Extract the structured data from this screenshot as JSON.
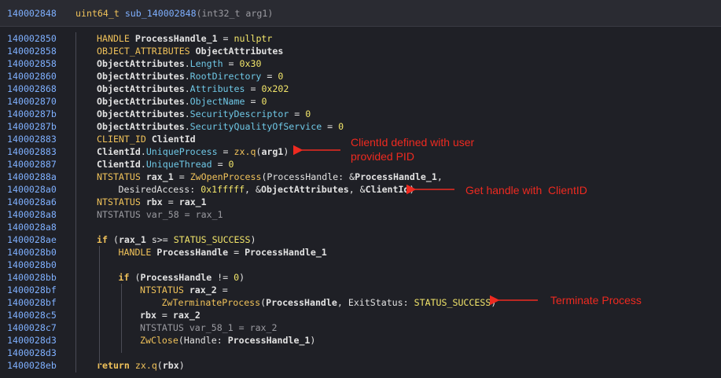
{
  "header": {
    "address": "140002848",
    "return_type": "uint64_t",
    "func_name": "sub_140002848",
    "params": "(int32_t arg1)"
  },
  "lines": [
    {
      "addr": "140002850",
      "indent": 0,
      "tokens": [
        [
          "ty",
          "HANDLE "
        ],
        [
          "idf",
          "ProcessHandle_1"
        ],
        [
          "pl",
          " = "
        ],
        [
          "num",
          "nullptr"
        ]
      ]
    },
    {
      "addr": "140002858",
      "indent": 0,
      "tokens": [
        [
          "ty",
          "OBJECT_ATTRIBUTES "
        ],
        [
          "idf",
          "ObjectAttributes"
        ]
      ]
    },
    {
      "addr": "140002858",
      "indent": 0,
      "tokens": [
        [
          "idf",
          "ObjectAttributes"
        ],
        [
          "pl",
          "."
        ],
        [
          "mem",
          "Length"
        ],
        [
          "pl",
          " = "
        ],
        [
          "num",
          "0x30"
        ]
      ]
    },
    {
      "addr": "140002860",
      "indent": 0,
      "tokens": [
        [
          "idf",
          "ObjectAttributes"
        ],
        [
          "pl",
          "."
        ],
        [
          "mem",
          "RootDirectory"
        ],
        [
          "pl",
          " = "
        ],
        [
          "num",
          "0"
        ]
      ]
    },
    {
      "addr": "140002868",
      "indent": 0,
      "tokens": [
        [
          "idf",
          "ObjectAttributes"
        ],
        [
          "pl",
          "."
        ],
        [
          "mem",
          "Attributes"
        ],
        [
          "pl",
          " = "
        ],
        [
          "num",
          "0x202"
        ]
      ]
    },
    {
      "addr": "140002870",
      "indent": 0,
      "tokens": [
        [
          "idf",
          "ObjectAttributes"
        ],
        [
          "pl",
          "."
        ],
        [
          "mem",
          "ObjectName"
        ],
        [
          "pl",
          " = "
        ],
        [
          "num",
          "0"
        ]
      ]
    },
    {
      "addr": "14000287b",
      "indent": 0,
      "tokens": [
        [
          "idf",
          "ObjectAttributes"
        ],
        [
          "pl",
          "."
        ],
        [
          "mem",
          "SecurityDescriptor"
        ],
        [
          "pl",
          " = "
        ],
        [
          "num",
          "0"
        ]
      ]
    },
    {
      "addr": "14000287b",
      "indent": 0,
      "tokens": [
        [
          "idf",
          "ObjectAttributes"
        ],
        [
          "pl",
          "."
        ],
        [
          "mem",
          "SecurityQualityOfService"
        ],
        [
          "pl",
          " = "
        ],
        [
          "num",
          "0"
        ]
      ]
    },
    {
      "addr": "140002883",
      "indent": 0,
      "tokens": [
        [
          "ty",
          "CLIENT_ID "
        ],
        [
          "idf",
          "ClientId"
        ]
      ]
    },
    {
      "addr": "140002883",
      "indent": 0,
      "tokens": [
        [
          "idf",
          "ClientId"
        ],
        [
          "pl",
          "."
        ],
        [
          "mem",
          "UniqueProcess"
        ],
        [
          "pl",
          " = "
        ],
        [
          "fn",
          "zx.q"
        ],
        [
          "pl",
          "("
        ],
        [
          "idf",
          "arg1"
        ],
        [
          "pl",
          ")"
        ]
      ]
    },
    {
      "addr": "140002887",
      "indent": 0,
      "tokens": [
        [
          "idf",
          "ClientId"
        ],
        [
          "pl",
          "."
        ],
        [
          "mem",
          "UniqueThread"
        ],
        [
          "pl",
          " = "
        ],
        [
          "num",
          "0"
        ]
      ]
    },
    {
      "addr": "14000288a",
      "indent": 0,
      "tokens": [
        [
          "ty",
          "NTSTATUS "
        ],
        [
          "idf",
          "rax_1"
        ],
        [
          "pl",
          " = "
        ],
        [
          "fn",
          "ZwOpenProcess"
        ],
        [
          "pl",
          "(ProcessHandle: &"
        ],
        [
          "idf",
          "ProcessHandle_1"
        ],
        [
          "pl",
          ","
        ]
      ]
    },
    {
      "addr": "1400028a0",
      "indent": 1,
      "tokens": [
        [
          "pl",
          "DesiredAccess: "
        ],
        [
          "num",
          "0x1fffff"
        ],
        [
          "pl",
          ", &"
        ],
        [
          "idf",
          "ObjectAttributes"
        ],
        [
          "pl",
          ", &"
        ],
        [
          "idf",
          "ClientId"
        ],
        [
          "pl",
          ")"
        ]
      ]
    },
    {
      "addr": "1400028a6",
      "indent": 0,
      "tokens": [
        [
          "ty",
          "NTSTATUS "
        ],
        [
          "idf",
          "rbx"
        ],
        [
          "pl",
          " = "
        ],
        [
          "idf",
          "rax_1"
        ]
      ]
    },
    {
      "addr": "1400028a8",
      "indent": 0,
      "tokens": [
        [
          "dim",
          "NTSTATUS var_58 = rax_1"
        ]
      ]
    },
    {
      "addr": "1400028a8",
      "indent": 0,
      "tokens": []
    },
    {
      "addr": "1400028ae",
      "indent": 0,
      "tokens": [
        [
          "kw",
          "if"
        ],
        [
          "pl",
          " ("
        ],
        [
          "idf",
          "rax_1"
        ],
        [
          "pl",
          " s>= "
        ],
        [
          "num",
          "STATUS_SUCCESS"
        ],
        [
          "pl",
          ")"
        ]
      ]
    },
    {
      "addr": "1400028b0",
      "indent": 1,
      "tokens": [
        [
          "ty",
          "HANDLE "
        ],
        [
          "idf",
          "ProcessHandle"
        ],
        [
          "pl",
          " = "
        ],
        [
          "idf",
          "ProcessHandle_1"
        ]
      ]
    },
    {
      "addr": "1400028b0",
      "indent": 1,
      "tokens": []
    },
    {
      "addr": "1400028bb",
      "indent": 1,
      "tokens": [
        [
          "kw",
          "if"
        ],
        [
          "pl",
          " ("
        ],
        [
          "idf",
          "ProcessHandle"
        ],
        [
          "pl",
          " != "
        ],
        [
          "num",
          "0"
        ],
        [
          "pl",
          ")"
        ]
      ]
    },
    {
      "addr": "1400028bf",
      "indent": 2,
      "tokens": [
        [
          "ty",
          "NTSTATUS "
        ],
        [
          "idf",
          "rax_2"
        ],
        [
          "pl",
          " ="
        ]
      ]
    },
    {
      "addr": "1400028bf",
      "indent": 3,
      "tokens": [
        [
          "fn",
          "ZwTerminateProcess"
        ],
        [
          "pl",
          "("
        ],
        [
          "idf",
          "ProcessHandle"
        ],
        [
          "pl",
          ", ExitStatus: "
        ],
        [
          "num",
          "STATUS_SUCCESS"
        ],
        [
          "pl",
          ")"
        ]
      ]
    },
    {
      "addr": "1400028c5",
      "indent": 2,
      "tokens": [
        [
          "idf",
          "rbx"
        ],
        [
          "pl",
          " = "
        ],
        [
          "idf",
          "rax_2"
        ]
      ]
    },
    {
      "addr": "1400028c7",
      "indent": 2,
      "tokens": [
        [
          "dim",
          "NTSTATUS var_58_1 = rax_2"
        ]
      ]
    },
    {
      "addr": "1400028d3",
      "indent": 2,
      "tokens": [
        [
          "fn",
          "ZwClose"
        ],
        [
          "pl",
          "(Handle: "
        ],
        [
          "idf",
          "ProcessHandle_1"
        ],
        [
          "pl",
          ")"
        ]
      ]
    },
    {
      "addr": "1400028d3",
      "indent": 1,
      "tokens": []
    },
    {
      "addr": "1400028eb",
      "indent": 0,
      "tokens": [
        [
          "kw",
          "return "
        ],
        [
          "fn",
          "zx.q"
        ],
        [
          "pl",
          "("
        ],
        [
          "idf",
          "rbx"
        ],
        [
          "pl",
          ")"
        ]
      ]
    }
  ],
  "annotations": {
    "client_id": "ClientId defined with user provided PID",
    "get_handle": "Get handle with  ClientID",
    "terminate": "Terminate Process"
  },
  "colors": {
    "background": "#1f2026",
    "header_bg": "#2a2b32",
    "address": "#7fb0ff",
    "keyword": "#f0c25a",
    "member": "#6fc8e6",
    "number": "#f3e66a",
    "annotation": "#ee2a20"
  }
}
